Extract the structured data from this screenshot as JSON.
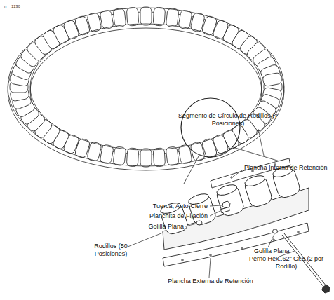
{
  "diagram": {
    "labels": [
      "n__1136",
      "Segmento de Círculo de Rodillos (7 Posiciones)",
      "Plancha Interna de Retención",
      "Tuerca, Auto-Cierre",
      "Planchita de Fijación",
      "Golilla Plana",
      "Rodillos (50 Posiciones)",
      "Golilla Plana",
      "Perno Hex..62\" Gr.8 (2 por Rodillo)",
      "Plancha Externa de Retención"
    ]
  }
}
